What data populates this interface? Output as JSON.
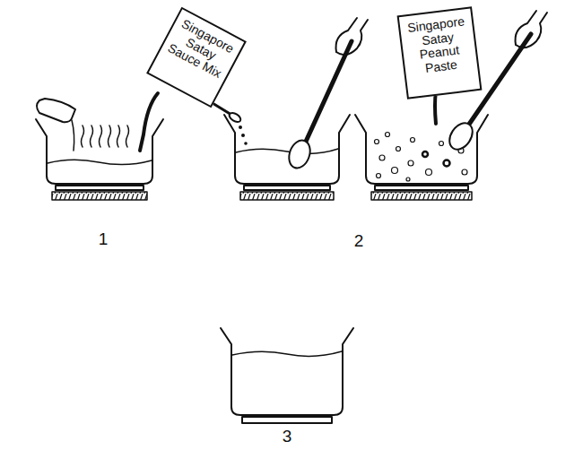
{
  "diagram": {
    "nodes": [
      {
        "text": [
          "Singapore Satay Sauce Mix"
        ]
      },
      {
        "text": [
          "Singapore Satay Peanut Paste"
        ]
      }
    ],
    "labels": [
      "1",
      "2",
      "3"
    ]
  }
}
